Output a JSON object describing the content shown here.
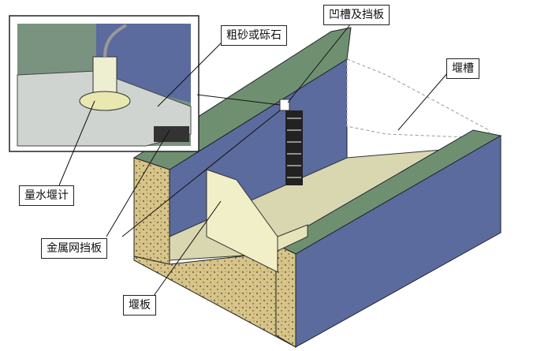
{
  "labels": {
    "gravel": "粗砂或砾石",
    "groove_baffle": "凹槽及挡板",
    "weir_channel": "堰槽",
    "weir_gauge": "量水堰计",
    "mesh_baffle": "金属网挡板",
    "weir_plate": "堰板"
  },
  "colors": {
    "wall_face": "#5b6b9e",
    "wall_top": "#6f9070",
    "floor": "#d9d7b0",
    "concrete": "#d8c487",
    "weir_plate": "#f0efc8"
  }
}
